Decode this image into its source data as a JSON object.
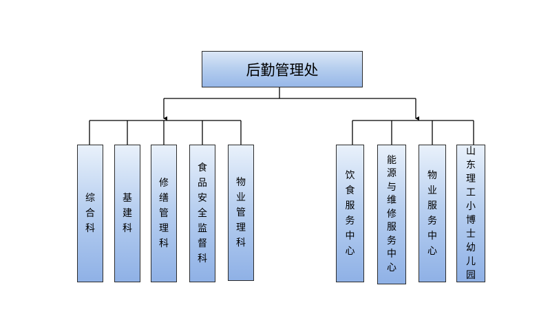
{
  "root": {
    "title": "后勤管理处"
  },
  "groups": [
    {
      "departments": [
        {
          "name": "综合科"
        },
        {
          "name": "基建科"
        },
        {
          "name": "修缮管理科"
        },
        {
          "name": "食品安全监督科"
        },
        {
          "name": "物业管理科"
        }
      ]
    },
    {
      "departments": [
        {
          "name": "饮食服务中心"
        },
        {
          "name": "能源与维修服务中心"
        },
        {
          "name": "物业服务中心"
        },
        {
          "name": "山东理工小博士幼儿园"
        }
      ]
    }
  ]
}
